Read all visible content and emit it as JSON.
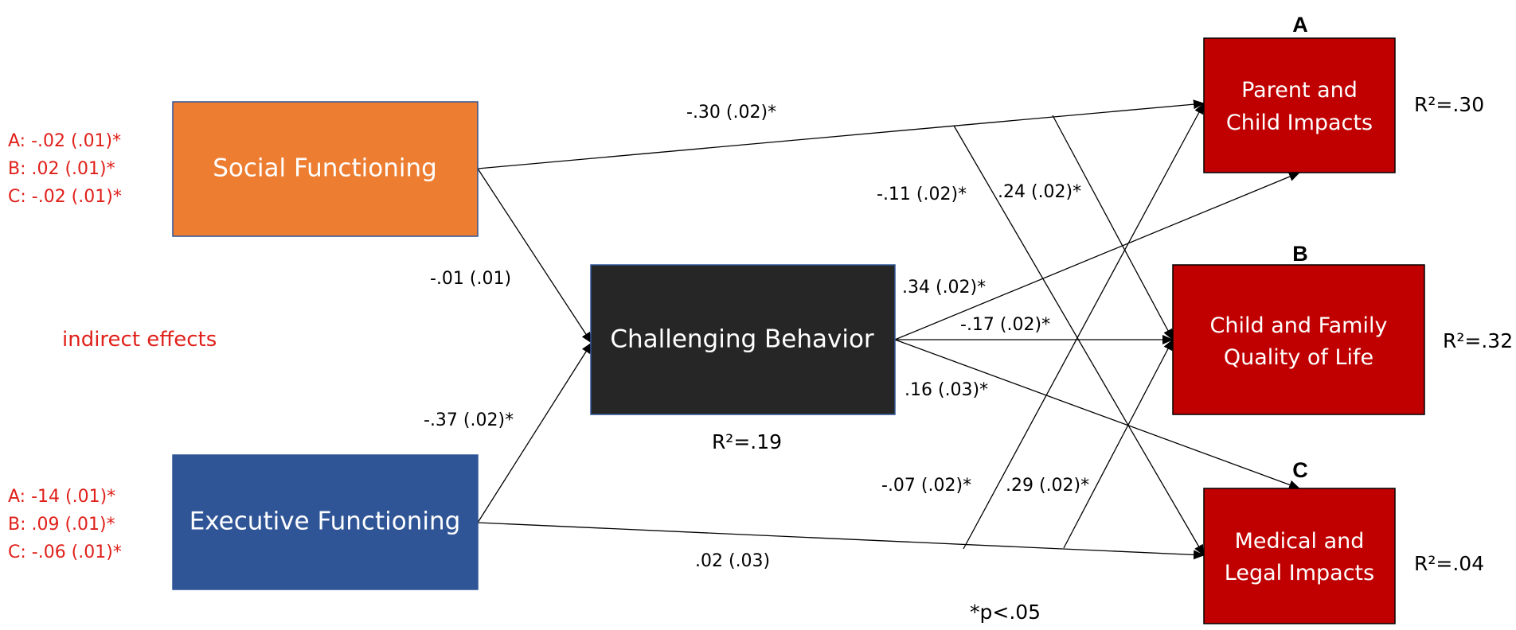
{
  "nodes": {
    "social": {
      "label": "Social Functioning",
      "color": "#ED7D31"
    },
    "executive": {
      "label": "Executive Functioning",
      "color": "#2F5597"
    },
    "challenging": {
      "label": "Challenging Behavior",
      "color": "#262626",
      "r2": "R²=.19"
    },
    "outcome_a": {
      "letter": "A",
      "line1": "Parent and",
      "line2": "Child Impacts",
      "color": "#C00000",
      "r2": "R²=.30"
    },
    "outcome_b": {
      "letter": "B",
      "line1": "Child and Family",
      "line2": "Quality of Life",
      "color": "#C00000",
      "r2": "R²=.32"
    },
    "outcome_c": {
      "letter": "C",
      "line1": "Medical and",
      "line2": "Legal Impacts",
      "color": "#C00000",
      "r2": "R²=.04"
    }
  },
  "paths": {
    "social_to_a": "-.30 (.02)*",
    "social_to_challenging": "-.01 (.01)",
    "executive_to_challenging": "-.37 (.02)*",
    "executive_to_c": ".02 (.03)",
    "challenging_to_a": ".34 (.02)*",
    "challenging_to_b": "-.17 (.02)*",
    "challenging_to_c": ".16 (.03)*",
    "social_to_c": "-.11 (.02)*",
    "social_to_b": ".24 (.02)*",
    "executive_to_a": "-.07 (.02)*",
    "executive_to_b": ".29 (.02)*"
  },
  "indirect": {
    "label": "indirect effects",
    "color": "#E0201A",
    "social": [
      "A: -.02 (.01)*",
      "B: .02 (.01)*",
      "C: -.02 (.01)*"
    ],
    "executive": [
      "A: -14 (.01)*",
      "B: .09 (.01)*",
      "C: -.06 (.01)*"
    ]
  },
  "footnote": "*p<.05"
}
